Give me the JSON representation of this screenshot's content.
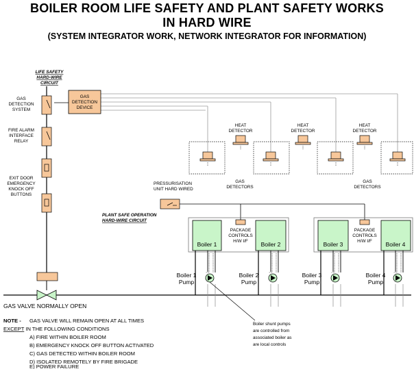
{
  "title": {
    "line1": "BOILER ROOM LIFE SAFETY AND PLANT SAFETY WORKS",
    "line1b": "IN HARD WIRE",
    "line2": "(SYSTEM INTEGRATOR WORK, NETWORK INTEGRATOR FOR INFORMATION)"
  },
  "life_safety": {
    "line1": "LIFE SAFETY",
    "line2": "HARD-WIRE",
    "line3": "CIRCUIT"
  },
  "left_labels": {
    "gas_detection": [
      "GAS",
      "DETECTION",
      "SYSTEM"
    ],
    "fire_alarm": [
      "FIRE ALARM",
      "INTERFACE",
      "RELAY"
    ],
    "exit_door": [
      "EXIT DOOR",
      "EMERGENCY",
      "KNOCK OFF",
      "BUTTONS"
    ]
  },
  "gas_device": [
    "GAS",
    "DETECTION",
    "DEVICE"
  ],
  "heat_detector": [
    "HEAT",
    "DETECTOR"
  ],
  "gas_detectors": [
    "GAS",
    "DETECTORS"
  ],
  "pressurisation": [
    "PRESSURISATION",
    "UNIT HARD WIRED"
  ],
  "plant_safe": [
    "PLANT SAFE OPERATION",
    "HARD-WIRE CIRCUIT"
  ],
  "package_controls": [
    "PACKAGE",
    "CONTROLS",
    "H/W I/F"
  ],
  "boilers": [
    "Boiler 1",
    "Boiler 2",
    "Boiler 3",
    "Boiler 4"
  ],
  "pumps": [
    "Boiler 1",
    "Boiler 2",
    "Boiler 3",
    "Boiler 4"
  ],
  "pump_word": "Pump",
  "gas_valve": "GAS VALVE NORMALLY OPEN",
  "shunt_note": [
    "Boiler shunt pumps",
    "are controlled from",
    "associated boiler as",
    "are local controls"
  ],
  "note": {
    "head": "NOTE -",
    "line1": "GAS VALVE WILL REMAIN OPEN AT ALL TIMES",
    "except": "EXCEPT",
    "line2": " IN THE FOLLOWING CONDITIONS",
    "items": [
      "A)  FIRE WITHIN BOILER ROOM",
      "B)  EMERGENCY KNOCK OFF BUTTON ACTIVATED",
      "C)  GAS DETECTED WITHIN BOILER ROOM",
      "D)  ISOLATED REMOTELY BY FIRE BRIGADE",
      "E) POWER FAILURE"
    ]
  },
  "colors": {
    "orange": "#f7c79a",
    "green": "#c9f5c9",
    "line": "#000000",
    "grey_line": "#9a9a9a"
  }
}
